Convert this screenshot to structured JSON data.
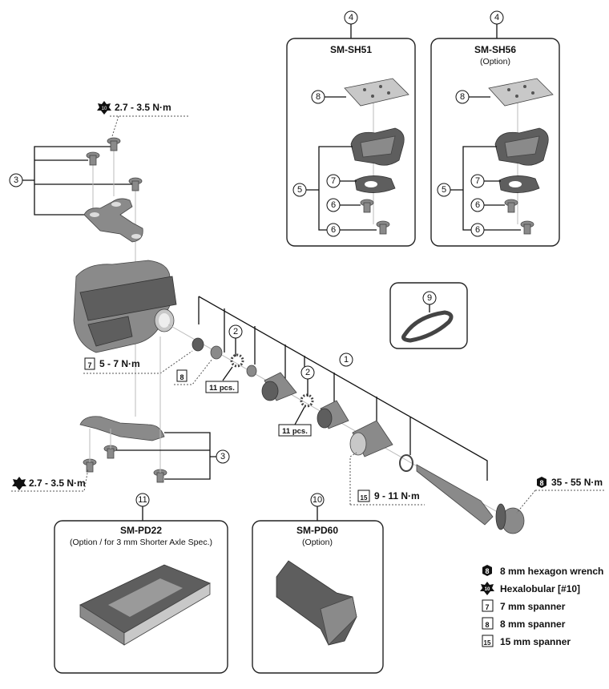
{
  "callouts": {
    "c1": "1",
    "c2": "2",
    "c3": "3",
    "c4": "4",
    "c5": "5",
    "c6": "6",
    "c7": "7",
    "c8": "8",
    "c9": "9",
    "c10": "10",
    "c11": "11"
  },
  "cleats": [
    {
      "title": "SM-SH51",
      "subtitle": ""
    },
    {
      "title": "SM-SH56",
      "subtitle": "(Option)"
    }
  ],
  "adapters": [
    {
      "title": "SM-PD22",
      "subtitle": "(Option / for 3 mm Shorter Axle Spec.)"
    },
    {
      "title": "SM-PD60",
      "subtitle": "(Option)"
    }
  ],
  "torques": {
    "top_screws": "2.7 - 3.5 N·m",
    "bottom_screws": "2.7 - 3.5 N·m",
    "locknut": "5 - 7 N·m",
    "cone": "9 - 11 N·m",
    "axle": "35 - 55 N·m"
  },
  "tool_badges": {
    "hex8": "8",
    "hexalobular": "10",
    "sp7": "7",
    "sp8": "8",
    "sp15": "15"
  },
  "pcs_label": "11 pcs.",
  "legend": [
    {
      "icon": "hexagon-wrench-icon",
      "badge": "8",
      "label": "8 mm hexagon wrench"
    },
    {
      "icon": "hexalobular-icon",
      "badge": "10",
      "label": "Hexalobular [#10]"
    },
    {
      "icon": "spanner-icon",
      "badge": "7",
      "label": "7 mm spanner"
    },
    {
      "icon": "spanner-icon",
      "badge": "8",
      "label": "8 mm spanner"
    },
    {
      "icon": "spanner-icon",
      "badge": "15",
      "label": "15 mm spanner"
    }
  ]
}
